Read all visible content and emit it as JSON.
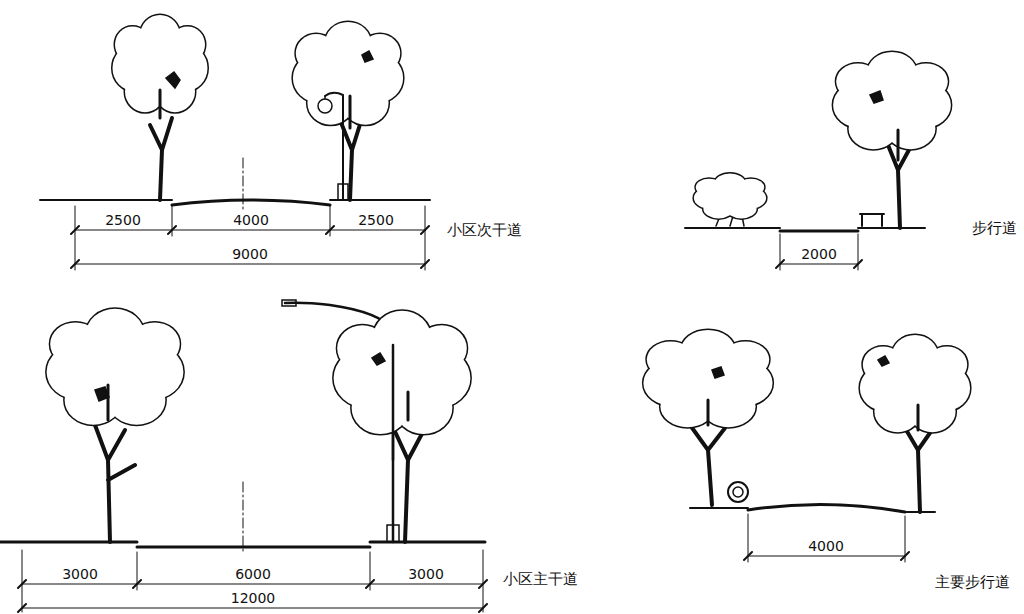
{
  "diagram": {
    "labels": [
      "2500",
      "4000",
      "2500",
      "9000",
      "小区次干道",
      "2000",
      "步行道",
      "3000",
      "6000",
      "3000",
      "12000",
      "小区主干道",
      "4000",
      "主要步行道"
    ]
  }
}
